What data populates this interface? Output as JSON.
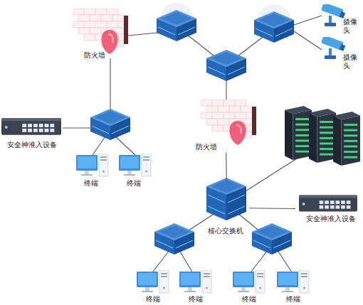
{
  "diagram": {
    "nodes": [
      {
        "text": [
          "防火墙"
        ]
      },
      {
        "text": [
          "摄像头"
        ]
      },
      {
        "text": [
          "摄像头"
        ]
      },
      {
        "text": [
          "安全神准入设备"
        ]
      },
      {
        "text": [
          "终端"
        ]
      },
      {
        "text": [
          "终端"
        ]
      },
      {
        "text": [
          "防火墙"
        ]
      },
      {
        "text": [
          "核心交换机"
        ]
      },
      {
        "text": [
          "安全神准入设备"
        ]
      },
      {
        "text": [
          "终端"
        ]
      },
      {
        "text": [
          "终端"
        ]
      },
      {
        "text": [
          "终端"
        ]
      },
      {
        "text": [
          "终端"
        ]
      }
    ],
    "edges": [
      {
        "from": 6,
        "to": 7,
        "arrow": "none"
      },
      {
        "from": 7,
        "to": 8,
        "arrow": "none"
      }
    ]
  }
}
